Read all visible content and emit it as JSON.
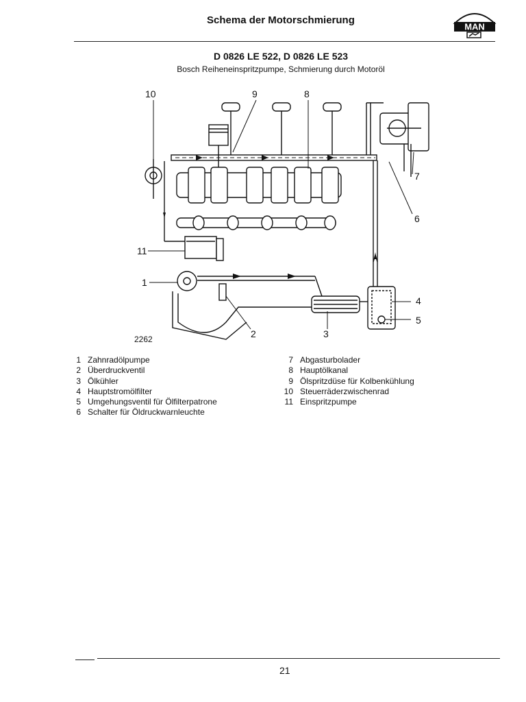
{
  "header": {
    "title": "Schema der Motorschmierung",
    "logo_text": "MAN"
  },
  "title": "D 0826 LE 522, D 0826 LE 523",
  "subtitle": "Bosch Reiheneinspritzpumpe, Schmierung durch Motoröl",
  "diagram": {
    "figure_number": "2262",
    "callouts": [
      "1",
      "2",
      "3",
      "4",
      "5",
      "6",
      "7",
      "8",
      "9",
      "10",
      "11"
    ]
  },
  "legend_left": [
    {
      "num": "1",
      "text": "Zahnradölpumpe"
    },
    {
      "num": "2",
      "text": "Überdruckventil"
    },
    {
      "num": "3",
      "text": "Ölkühler"
    },
    {
      "num": "4",
      "text": "Hauptstromölfilter"
    },
    {
      "num": "5",
      "text": "Umgehungsventil für Ölfilterpatrone"
    },
    {
      "num": "6",
      "text": "Schalter für Öldruckwarnleuchte"
    }
  ],
  "legend_right": [
    {
      "num": "7",
      "text": "Abgasturbolader"
    },
    {
      "num": "8",
      "text": "Hauptölkanal"
    },
    {
      "num": "9",
      "text": "Ölspritzdüse für Kolbenkühlung"
    },
    {
      "num": "10",
      "text": "Steuerräderzwischenrad"
    },
    {
      "num": "11",
      "text": "Einspritzpumpe"
    }
  ],
  "footer": {
    "page_number": "21"
  }
}
